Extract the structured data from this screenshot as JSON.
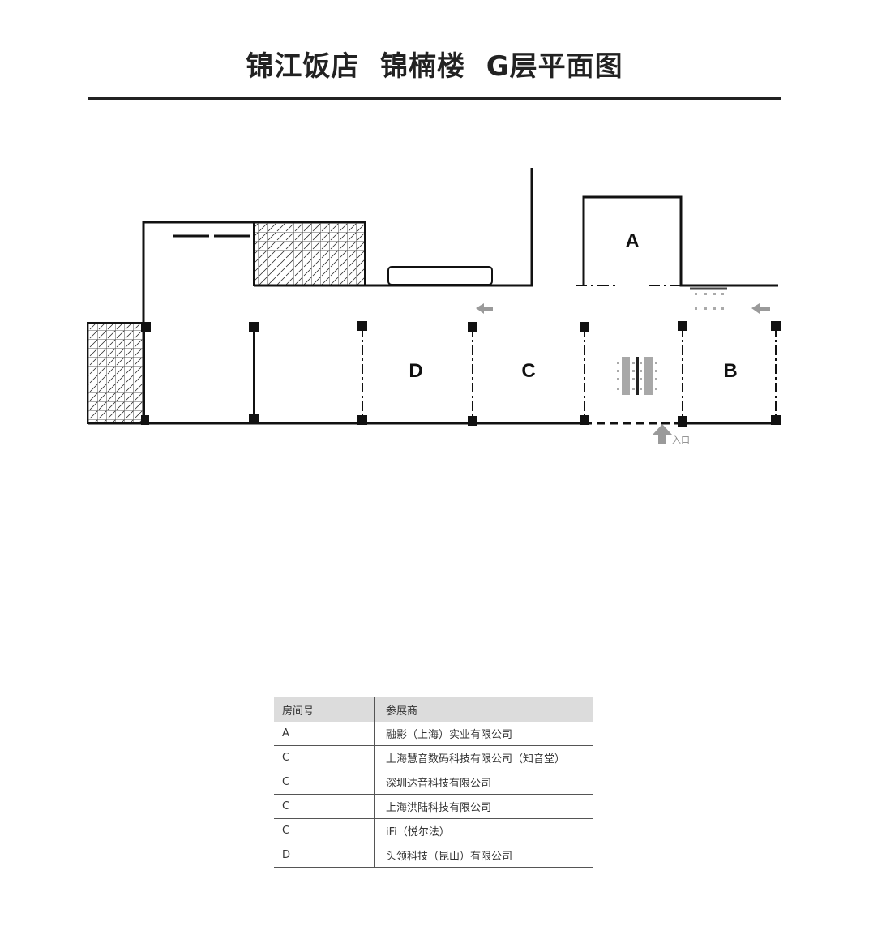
{
  "title": "锦江饭店  锦楠楼  G层平面图",
  "plan": {
    "rooms": {
      "A": "A",
      "B": "B",
      "C": "C",
      "D": "D"
    },
    "entrance_label": "入口",
    "colors": {
      "wall": "#111111",
      "arrow": "#9a9a9a",
      "furniture": "#a8a8a8"
    }
  },
  "table": {
    "headers": [
      "房间号",
      "参展商"
    ],
    "rows": [
      {
        "room": "A",
        "exhibitor": "融影（上海）实业有限公司"
      },
      {
        "room": "C",
        "exhibitor": "上海慧音数码科技有限公司（知音堂）"
      },
      {
        "room": "C",
        "exhibitor": "深圳达音科技有限公司"
      },
      {
        "room": "C",
        "exhibitor": "上海洪陆科技有限公司"
      },
      {
        "room": "C",
        "exhibitor": "iFi（悦尔法）"
      },
      {
        "room": "D",
        "exhibitor": "头领科技（昆山）有限公司"
      }
    ]
  }
}
